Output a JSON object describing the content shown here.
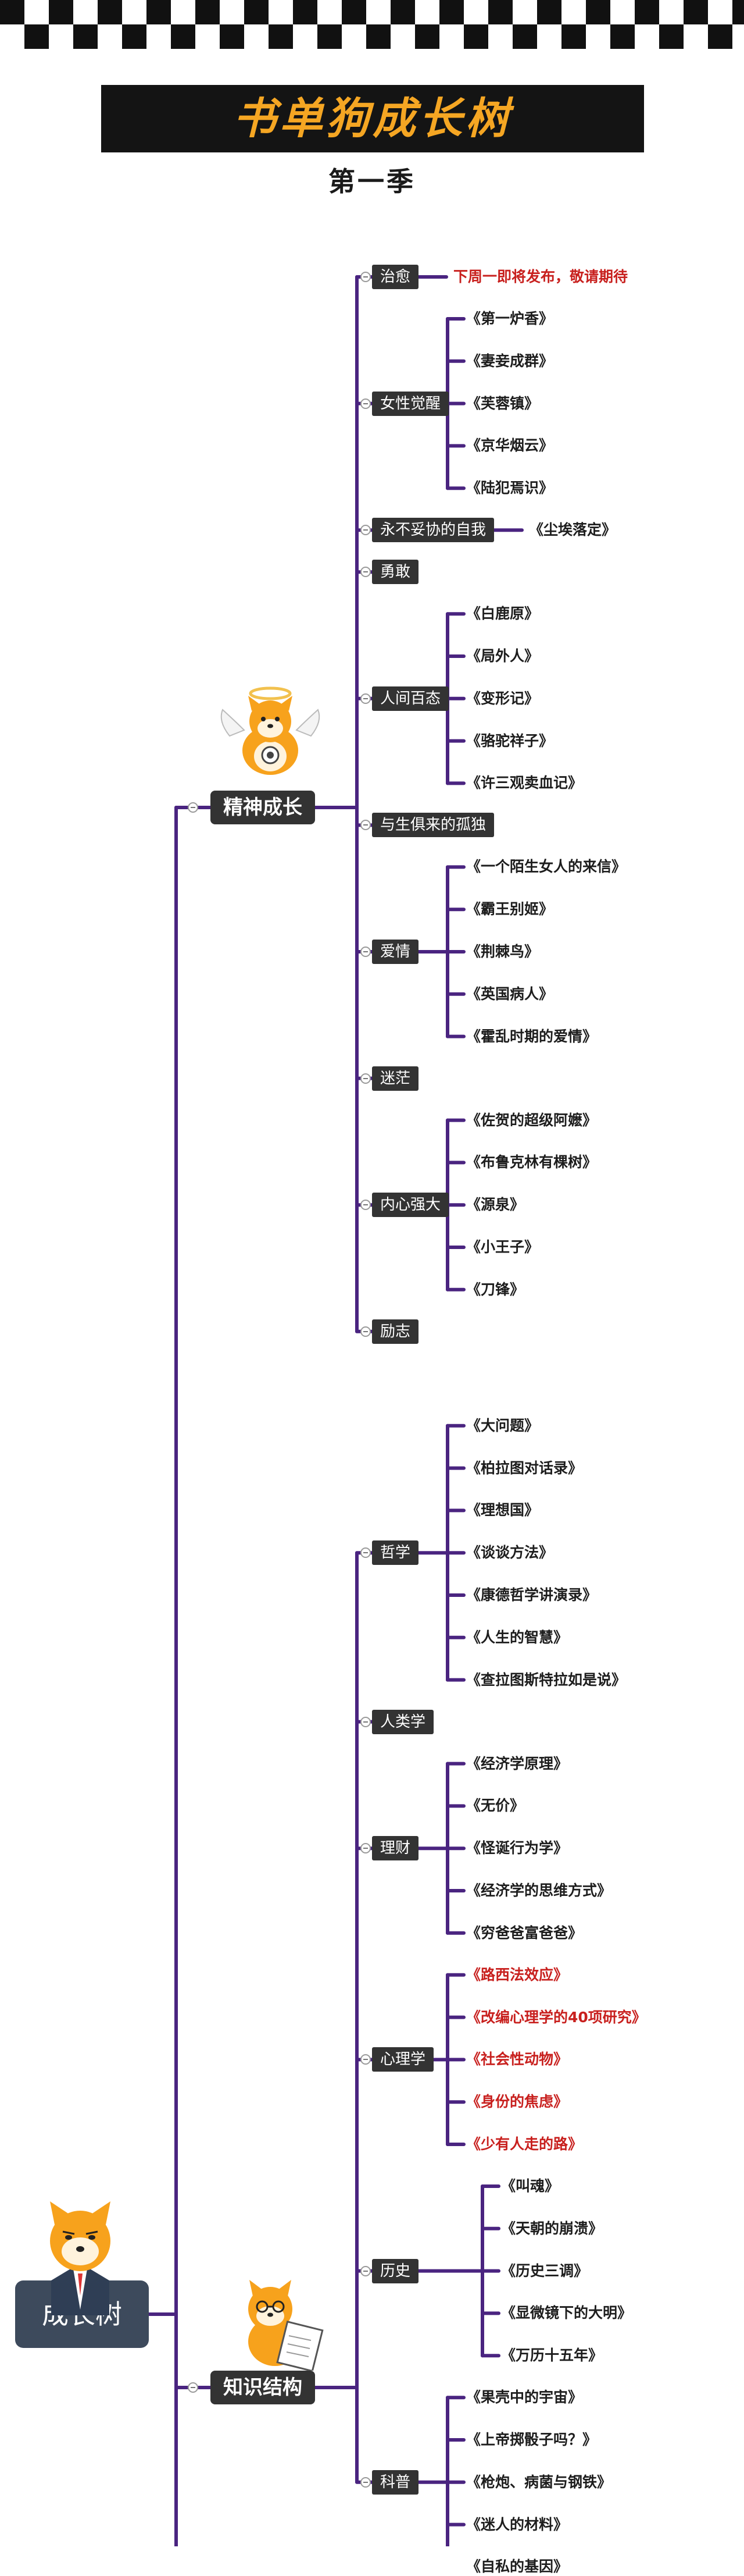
{
  "header": {
    "title": "书单狗成长树",
    "subtitle": "第一季"
  },
  "root": {
    "label": "成长树"
  },
  "branches": [
    {
      "label": "精神成长",
      "topics": [
        {
          "label": "治愈",
          "items": [
            {
              "text": "下周一即将发布，敬请期待",
              "red": true
            }
          ]
        },
        {
          "label": "女性觉醒",
          "items": [
            {
              "text": "《第一炉香》"
            },
            {
              "text": "《妻妾成群》"
            },
            {
              "text": "《芙蓉镇》"
            },
            {
              "text": "《京华烟云》"
            },
            {
              "text": "《陆犯焉识》"
            }
          ]
        },
        {
          "label": "永不妥协的自我",
          "items": [
            {
              "text": "《尘埃落定》"
            }
          ]
        },
        {
          "label": "勇敢",
          "items": []
        },
        {
          "label": "人间百态",
          "items": [
            {
              "text": "《白鹿原》"
            },
            {
              "text": "《局外人》"
            },
            {
              "text": "《变形记》"
            },
            {
              "text": "《骆驼祥子》"
            },
            {
              "text": "《许三观卖血记》"
            }
          ]
        },
        {
          "label": "与生俱来的孤独",
          "items": []
        },
        {
          "label": "爱情",
          "items": [
            {
              "text": "《一个陌生女人的来信》"
            },
            {
              "text": "《霸王别姬》"
            },
            {
              "text": "《荆棘鸟》"
            },
            {
              "text": "《英国病人》"
            },
            {
              "text": "《霍乱时期的爱情》"
            }
          ]
        },
        {
          "label": "迷茫",
          "items": []
        },
        {
          "label": "内心强大",
          "items": [
            {
              "text": "《佐贺的超级阿嬷》"
            },
            {
              "text": "《布鲁克林有棵树》"
            },
            {
              "text": "《源泉》"
            },
            {
              "text": "《小王子》"
            },
            {
              "text": "《刀锋》"
            }
          ]
        },
        {
          "label": "励志",
          "items": []
        }
      ]
    },
    {
      "label": "知识结构",
      "topics": [
        {
          "label": "哲学",
          "items": [
            {
              "text": "《大问题》"
            },
            {
              "text": "《柏拉图对话录》"
            },
            {
              "text": "《理想国》"
            },
            {
              "text": "《谈谈方法》"
            },
            {
              "text": "《康德哲学讲演录》"
            },
            {
              "text": "《人生的智慧》"
            },
            {
              "text": "《查拉图斯特拉如是说》"
            }
          ]
        },
        {
          "label": "人类学",
          "items": []
        },
        {
          "label": "理财",
          "items": [
            {
              "text": "《经济学原理》"
            },
            {
              "text": "《无价》"
            },
            {
              "text": "《怪诞行为学》"
            },
            {
              "text": "《经济学的思维方式》"
            },
            {
              "text": "《穷爸爸富爸爸》"
            }
          ]
        },
        {
          "label": "心理学",
          "items": [
            {
              "text": "《路西法效应》",
              "red": true
            },
            {
              "text": "《改编心理学的40项研究》",
              "red": true
            },
            {
              "text": "《社会性动物》",
              "red": true
            },
            {
              "text": "《身份的焦虑》",
              "red": true
            },
            {
              "text": "《少有人走的路》",
              "red": true
            }
          ]
        },
        {
          "label": "历史",
          "items": [
            {
              "text": "《叫魂》"
            },
            {
              "text": "《天朝的崩溃》"
            },
            {
              "text": "《历史三调》"
            },
            {
              "text": "《显微镜下的大明》"
            },
            {
              "text": "《万历十五年》"
            }
          ]
        },
        {
          "label": "科普",
          "items": [
            {
              "text": "《果壳中的宇宙》"
            },
            {
              "text": "《上帝掷骰子吗？》"
            },
            {
              "text": "《枪炮、病菌与钢铁》"
            },
            {
              "text": "《迷人的材料》"
            },
            {
              "text": "《自私的基因》"
            }
          ]
        }
      ]
    }
  ],
  "colors": {
    "line": "#4a2480",
    "node_bg": "#333333",
    "root_bg": "#3d4a5c",
    "title_color": "#f5a623",
    "banner_bg": "#141414",
    "highlight": "#c8201e"
  },
  "icons": {
    "mascot": "shiba-dog-mascot"
  }
}
